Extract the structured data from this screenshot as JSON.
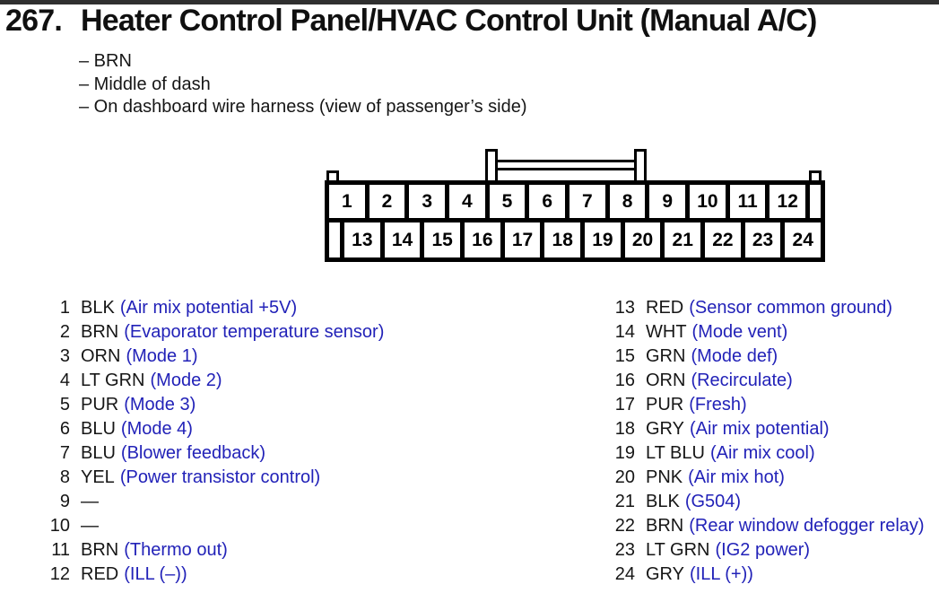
{
  "page": {
    "section_number": "267.",
    "title": "Heater Control Panel/HVAC Control Unit (Manual A/C)",
    "notes": [
      "– BRN",
      "– Middle of dash",
      "– On dashboard wire harness (view of passenger’s side)"
    ]
  },
  "connector": {
    "top_pins": [
      "1",
      "2",
      "3",
      "4",
      "5",
      "6",
      "7",
      "8",
      "9",
      "10",
      "11",
      "12"
    ],
    "bottom_pins": [
      "13",
      "14",
      "15",
      "16",
      "17",
      "18",
      "19",
      "20",
      "21",
      "22",
      "23",
      "24"
    ]
  },
  "pins_left": [
    {
      "num": "1",
      "color": "BLK",
      "desc": "(Air mix potential +5V)"
    },
    {
      "num": "2",
      "color": "BRN",
      "desc": "(Evaporator temperature sensor)"
    },
    {
      "num": "3",
      "color": "ORN",
      "desc": "(Mode 1)"
    },
    {
      "num": "4",
      "color": "LT GRN",
      "desc": "(Mode 2)"
    },
    {
      "num": "5",
      "color": "PUR",
      "desc": "(Mode 3)"
    },
    {
      "num": "6",
      "color": "BLU",
      "desc": "(Mode 4)"
    },
    {
      "num": "7",
      "color": "BLU",
      "desc": "(Blower feedback)"
    },
    {
      "num": "8",
      "color": "YEL",
      "desc": "(Power transistor control)"
    },
    {
      "num": "9",
      "color": "—",
      "desc": ""
    },
    {
      "num": "10",
      "color": "—",
      "desc": ""
    },
    {
      "num": "11",
      "color": "BRN",
      "desc": "(Thermo out)"
    },
    {
      "num": "12",
      "color": "RED",
      "desc": "(ILL (–))"
    }
  ],
  "pins_right": [
    {
      "num": "13",
      "color": "RED",
      "desc": "(Sensor common ground)"
    },
    {
      "num": "14",
      "color": "WHT",
      "desc": "(Mode vent)"
    },
    {
      "num": "15",
      "color": "GRN",
      "desc": "(Mode def)"
    },
    {
      "num": "16",
      "color": "ORN",
      "desc": "(Recirculate)"
    },
    {
      "num": "17",
      "color": "PUR",
      "desc": "(Fresh)"
    },
    {
      "num": "18",
      "color": "GRY",
      "desc": "(Air mix potential)"
    },
    {
      "num": "19",
      "color": "LT BLU",
      "desc": "(Air mix cool)"
    },
    {
      "num": "20",
      "color": "PNK",
      "desc": "(Air mix hot)"
    },
    {
      "num": "21",
      "color": "BLK",
      "desc": "(G504)"
    },
    {
      "num": "22",
      "color": "BRN",
      "desc": "(Rear window defogger relay)"
    },
    {
      "num": "23",
      "color": "LT GRN",
      "desc": "(IG2 power)"
    },
    {
      "num": "24",
      "color": "GRY",
      "desc": "(ILL (+))"
    }
  ],
  "colors": {
    "description_blue": "#2222b8",
    "text_black": "#161616",
    "connector_line": "#000000"
  }
}
